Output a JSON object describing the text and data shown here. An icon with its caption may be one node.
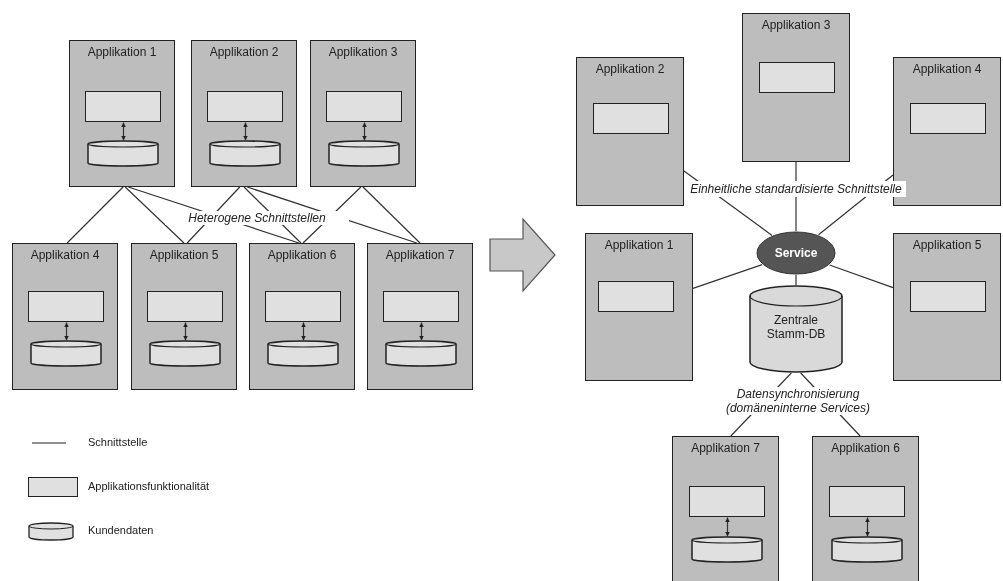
{
  "diagram": {
    "nodes": [
      {
        "text": [
          "Applikation 1"
        ]
      },
      {
        "text": [],
        "shape": "box",
        "in": 0
      },
      {
        "text": [],
        "shape": "cylinder",
        "in": 0
      },
      {
        "text": [
          "Applikation 2"
        ]
      },
      {
        "text": [],
        "shape": "box",
        "in": 3
      },
      {
        "text": [],
        "shape": "cylinder",
        "in": 3
      },
      {
        "text": [
          "Applikation 3"
        ]
      },
      {
        "text": [],
        "shape": "box",
        "in": 6
      },
      {
        "text": [],
        "shape": "cylinder",
        "in": 6
      },
      {
        "text": [
          "Applikation 4"
        ]
      },
      {
        "text": [],
        "shape": "box",
        "in": 9
      },
      {
        "text": [],
        "shape": "cylinder",
        "in": 9
      },
      {
        "text": [
          "Applikation 5"
        ]
      },
      {
        "text": [],
        "shape": "box",
        "in": 12
      },
      {
        "text": [],
        "shape": "cylinder",
        "in": 12
      },
      {
        "text": [
          "Applikation 6"
        ]
      },
      {
        "text": [],
        "shape": "box",
        "in": 15
      },
      {
        "text": [],
        "shape": "cylinder",
        "in": 15
      },
      {
        "text": [
          "Applikation 7"
        ]
      },
      {
        "text": [],
        "shape": "box",
        "in": 18
      },
      {
        "text": [],
        "shape": "cylinder",
        "in": 18
      },
      {
        "text": [
          "Applikation 3"
        ]
      },
      {
        "text": [],
        "shape": "box",
        "in": 21
      },
      {
        "text": [
          "Applikation 2"
        ]
      },
      {
        "text": [],
        "shape": "box",
        "in": 23
      },
      {
        "text": [
          "Applikation 4"
        ]
      },
      {
        "text": [],
        "shape": "box",
        "in": 25
      },
      {
        "text": [
          "Service"
        ]
      },
      {
        "text": [
          "Applikation 1"
        ]
      },
      {
        "text": [],
        "shape": "box",
        "in": 28
      },
      {
        "text": [
          "Applikation 5"
        ]
      },
      {
        "text": [],
        "shape": "box",
        "in": 30
      },
      {
        "text": [
          "Zentrale Stamm-DB"
        ]
      },
      {
        "text": [
          "Applikation 7"
        ]
      },
      {
        "text": [],
        "shape": "box",
        "in": 33
      },
      {
        "text": [],
        "shape": "cylinder",
        "in": 33
      },
      {
        "text": [
          "Applikation 6"
        ]
      },
      {
        "text": [],
        "shape": "box",
        "in": 36
      },
      {
        "text": [],
        "shape": "cylinder",
        "in": 36
      }
    ],
    "edges": [
      {
        "from": 1,
        "to": 2,
        "arrow": "both"
      },
      {
        "from": 4,
        "to": 5,
        "arrow": "both"
      },
      {
        "from": 7,
        "to": 8,
        "arrow": "both"
      },
      {
        "from": 10,
        "to": 11,
        "arrow": "both"
      },
      {
        "from": 13,
        "to": 14,
        "arrow": "both"
      },
      {
        "from": 16,
        "to": 17,
        "arrow": "both"
      },
      {
        "from": 19,
        "to": 20,
        "arrow": "both"
      },
      {
        "from": 0,
        "to": 9,
        "arrow": "none"
      },
      {
        "from": 0,
        "to": 12,
        "arrow": "none"
      },
      {
        "from": 0,
        "to": 15,
        "arrow": "none"
      },
      {
        "from": 3,
        "to": 12,
        "arrow": "none"
      },
      {
        "from": 3,
        "to": 15,
        "arrow": "none"
      },
      {
        "from": 3,
        "to": 18,
        "arrow": "none"
      },
      {
        "from": 6,
        "to": 15,
        "arrow": "none"
      },
      {
        "from": 6,
        "to": 18,
        "arrow": "none"
      },
      {
        "from": 21,
        "to": 27,
        "arrow": "none",
        "label": "Einheitliche standardisierte Schnittstelle"
      },
      {
        "from": 23,
        "to": 27,
        "arrow": "none"
      },
      {
        "from": 25,
        "to": 27,
        "arrow": "none"
      },
      {
        "from": 28,
        "to": 27,
        "arrow": "none"
      },
      {
        "from": 30,
        "to": 27,
        "arrow": "none"
      },
      {
        "from": 27,
        "to": 32,
        "arrow": "none"
      },
      {
        "from": 32,
        "to": 33,
        "arrow": "none"
      },
      {
        "from": 32,
        "to": 36,
        "arrow": "none"
      },
      {
        "from": 34,
        "to": 35,
        "arrow": "both"
      },
      {
        "from": 37,
        "to": 38,
        "arrow": "both"
      }
    ],
    "labels": [
      "Heterogene Schnittstellen",
      "Datensynchronisierung (domäneninterne Services)"
    ],
    "legend": [
      {
        "text": "Schnittstelle"
      },
      {
        "text": "Applikationsfunktionalität",
        "color": "#e0e0e0"
      },
      {
        "text": "Kundendaten"
      }
    ]
  }
}
